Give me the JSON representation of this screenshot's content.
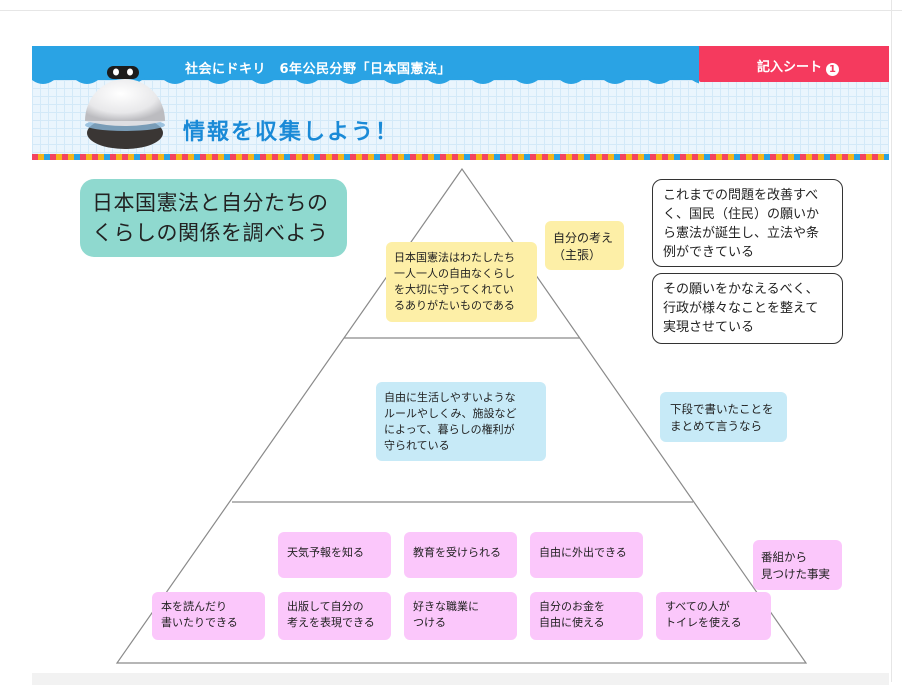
{
  "header": {
    "title": "社会にドキリ　6年公民分野「日本国憲法」",
    "sheet_label": "記入シート",
    "sheet_number": "1",
    "section_heading": "情報を収集しよう！"
  },
  "theme": {
    "line1": "日本国憲法と自分たちの",
    "line2": "くらしの関係を調べよう"
  },
  "labels": {
    "own_opinion": "自分の考え\n（主張）",
    "summary": "下段で書いたことを\nまとめて言うなら",
    "facts": "番組から\n見つけた事実"
  },
  "top_tier": {
    "opinion": "日本国憲法はわたしたち\n一人一人の自由なくらし\nを大切に守ってくれてい\nるありがたいものである"
  },
  "middle_tier": {
    "summary": "自由に生活しやすいような\nルールやしくみ、施設など\nによって、暮らしの権利が\n守られている"
  },
  "bottom_tier": {
    "facts": [
      "天気予報を知る",
      "教育を受けられる",
      "自由に外出できる",
      "本を読んだり\n書いたりできる",
      "出版して自分の\n考えを表現できる",
      "好きな職業に\nつける",
      "自分のお金を\n自由に使える",
      "すべての人が\nトイレを使える"
    ]
  },
  "side_notes": {
    "note1": "これまでの問題を改善すべ\nく、国民（住民）の願いか\nら憲法が誕生し、立法や条\n例ができている",
    "note2": "その願いをかなえるべく、\n行政が様々なことを整えて\n実現させている"
  },
  "colors": {
    "banner_blue": "#2aa3e4",
    "banner_pink": "#f53a5e",
    "heading_blue": "#1a8ad7",
    "theme_teal": "#8fd9cf",
    "note_yellow": "#fdefa7",
    "note_cyan": "#c7eaf7",
    "note_pink": "#fbc7fb"
  },
  "icons": {
    "sheet": "info-circle-icon",
    "mascot": "robot-mascot-icon"
  }
}
